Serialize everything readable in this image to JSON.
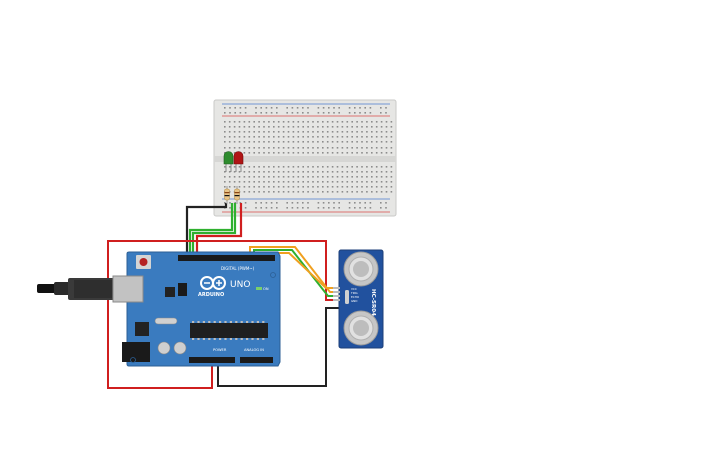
{
  "arduino": {
    "logo_text": "ARDUINO",
    "model_label": "UNO",
    "digital_header_label": "DIGITAL (PWM~)",
    "power_header_label": "POWER",
    "analog_header_label": "ANALOG IN",
    "on_label": "ON"
  },
  "sensor": {
    "label": "HC-SR04",
    "pin_labels": [
      "VCC",
      "TRIG",
      "ECHO",
      "GND"
    ]
  },
  "leds": [
    {
      "color": "green",
      "hex": "#2e8b2e"
    },
    {
      "color": "red",
      "hex": "#b01515"
    }
  ],
  "wire_colors": {
    "power": "#d01f1f",
    "ground": "#222222",
    "signal_green": "#2fb02f",
    "signal_orange": "#f0a020"
  },
  "board_color": "#3a7bbf",
  "breadboard_color": "#e8e8e6"
}
